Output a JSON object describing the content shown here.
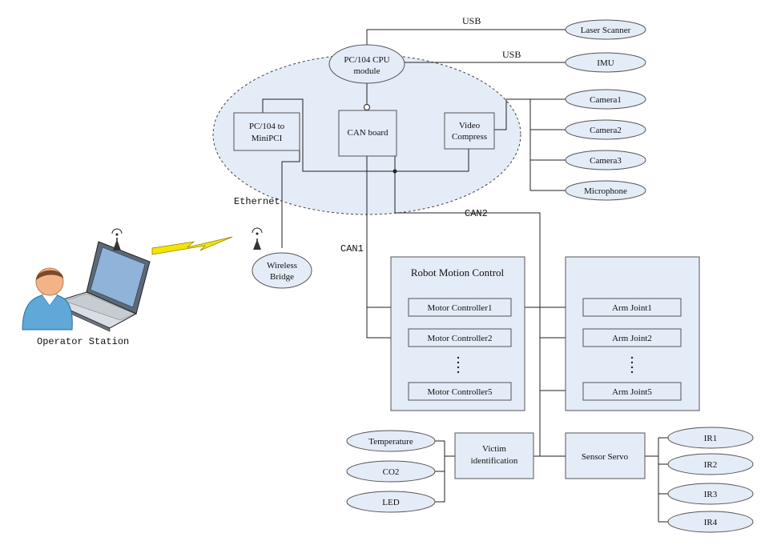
{
  "colors": {
    "box_fill": "#e4ecf7",
    "box_stroke": "#555555",
    "line": "#222222",
    "lightning": "#f5e400"
  },
  "links": {
    "usb1": "USB",
    "usb2": "USB",
    "ethernet": "Ethernet",
    "can1": "CAN1",
    "can2": "CAN2"
  },
  "cpu": {
    "line1": "PC/104 CPU",
    "line2": "module"
  },
  "pc104_minipci": {
    "line1": "PC/104 to",
    "line2": "MiniPCI"
  },
  "can_board": "CAN board",
  "video": {
    "line1": "Video",
    "line2": "Compress"
  },
  "peripherals": {
    "laser": "Laser Scanner",
    "imu": "IMU",
    "camera1": "Camera1",
    "camera2": "Camera2",
    "camera3": "Camera3",
    "microphone": "Microphone"
  },
  "wireless_bridge": {
    "line1": "Wireless",
    "line2": "Bridge"
  },
  "operator_station": "Operator Station",
  "motion": {
    "title": "Robot Motion Control",
    "mc1": "Motor Controller1",
    "mc2": "Motor Controller2",
    "mc5": "Motor Controller5"
  },
  "arm": {
    "j1": "Arm Joint1",
    "j2": "Arm Joint2",
    "j5": "Arm Joint5"
  },
  "victim": {
    "line1": "Victim",
    "line2": "identification"
  },
  "sensors": {
    "temperature": "Temperature",
    "co2": "CO2",
    "led": "LED"
  },
  "servo": "Sensor Servo",
  "ir": {
    "ir1": "IR1",
    "ir2": "IR2",
    "ir3": "IR3",
    "ir4": "IR4"
  },
  "icons": [
    "person-icon",
    "laptop-icon",
    "antenna-icon",
    "lightning-icon"
  ]
}
